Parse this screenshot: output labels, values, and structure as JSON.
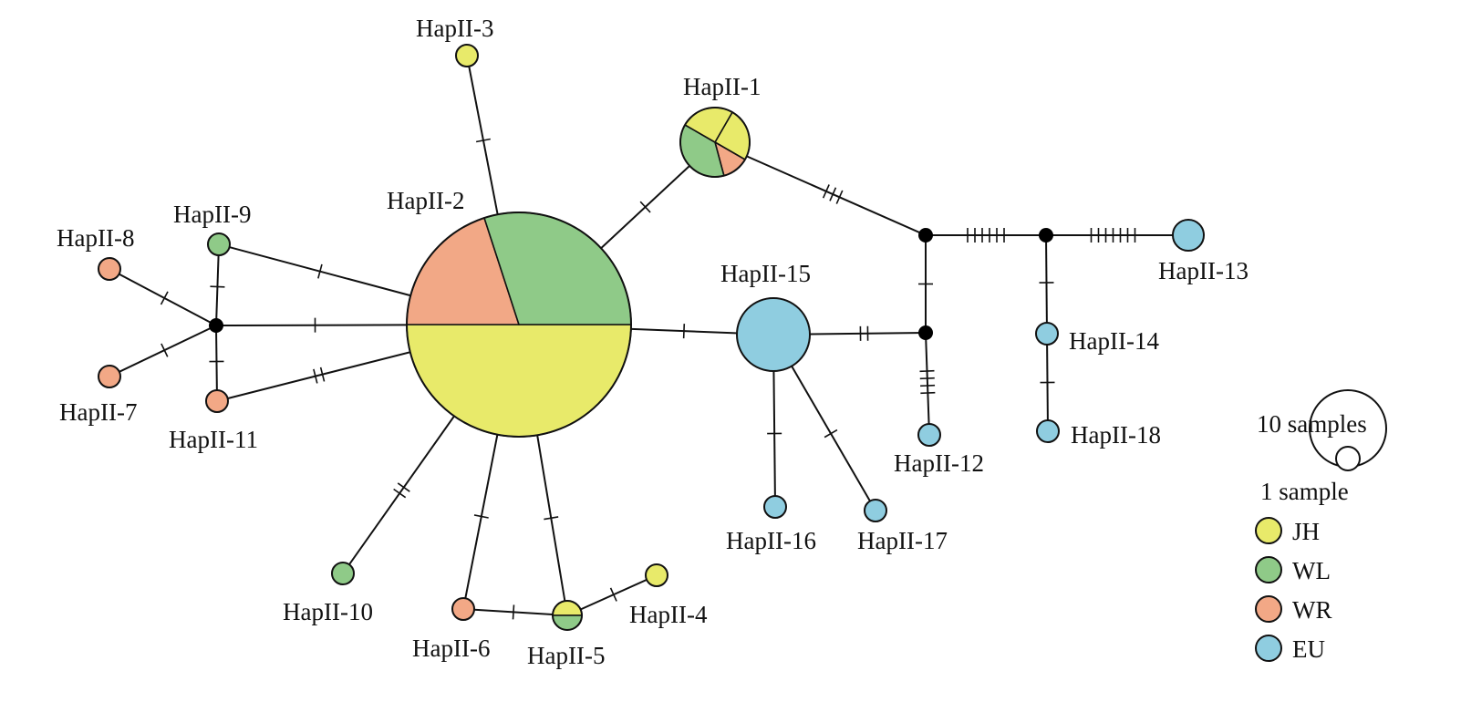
{
  "colors": {
    "JH": "#e8ea6a",
    "WL": "#8fca88",
    "WR": "#f2a886",
    "EU": "#8fcde0",
    "median": "#000000",
    "line": "#111111"
  },
  "nodes": {
    "h2": {
      "label": "HapII-2",
      "slices": [
        [
          "JH",
          0.5
        ],
        [
          "WR",
          0.2
        ],
        [
          "WL",
          0.3
        ]
      ]
    },
    "h1": {
      "label": "HapII-1",
      "slices": [
        [
          "JH",
          0.25
        ],
        [
          "WR",
          0.125
        ],
        [
          "WL",
          0.375
        ],
        [
          "JH",
          0.25
        ]
      ]
    },
    "h3": {
      "label": "HapII-3",
      "slices": [
        [
          "JH",
          1
        ]
      ]
    },
    "h4": {
      "label": "HapII-4",
      "slices": [
        [
          "JH",
          1
        ]
      ]
    },
    "h5": {
      "label": "HapII-5",
      "slices": [
        [
          "JH",
          0.5
        ],
        [
          "WL",
          0.5
        ]
      ]
    },
    "h6": {
      "label": "HapII-6",
      "slices": [
        [
          "WR",
          1
        ]
      ]
    },
    "h7": {
      "label": "HapII-7",
      "slices": [
        [
          "WR",
          1
        ]
      ]
    },
    "h8": {
      "label": "HapII-8",
      "slices": [
        [
          "WR",
          1
        ]
      ]
    },
    "h9": {
      "label": "HapII-9",
      "slices": [
        [
          "WL",
          1
        ]
      ]
    },
    "h10": {
      "label": "HapII-10",
      "slices": [
        [
          "WL",
          1
        ]
      ]
    },
    "h11": {
      "label": "HapII-11",
      "slices": [
        [
          "WR",
          1
        ]
      ]
    },
    "h12": {
      "label": "HapII-12",
      "slices": [
        [
          "EU",
          1
        ]
      ]
    },
    "h13": {
      "label": "HapII-13",
      "slices": [
        [
          "EU",
          1
        ]
      ]
    },
    "h14": {
      "label": "HapII-14",
      "slices": [
        [
          "EU",
          1
        ]
      ]
    },
    "h15": {
      "label": "HapII-15",
      "slices": [
        [
          "EU",
          1
        ]
      ]
    },
    "h16": {
      "label": "HapII-16",
      "slices": [
        [
          "EU",
          1
        ]
      ]
    },
    "h17": {
      "label": "HapII-17",
      "slices": [
        [
          "EU",
          1
        ]
      ]
    },
    "h18": {
      "label": "HapII-18",
      "slices": [
        [
          "EU",
          1
        ]
      ]
    },
    "m1": {
      "label": "",
      "median": true
    },
    "m2": {
      "label": "",
      "median": true
    },
    "m3": {
      "label": "",
      "median": true
    },
    "m4": {
      "label": "",
      "median": true
    }
  },
  "edges": [
    {
      "from": "h2",
      "to": "h3",
      "mutations": 1
    },
    {
      "from": "h2",
      "to": "h1",
      "mutations": 1
    },
    {
      "from": "h1",
      "to": "m2",
      "mutations": 3
    },
    {
      "from": "m2",
      "to": "m3",
      "mutations": 6
    },
    {
      "from": "m3",
      "to": "h13",
      "mutations": 7
    },
    {
      "from": "m3",
      "to": "h14",
      "mutations": 1
    },
    {
      "from": "h14",
      "to": "h18",
      "mutations": 1
    },
    {
      "from": "m2",
      "to": "m4",
      "mutations": 1
    },
    {
      "from": "m4",
      "to": "h12",
      "mutations": 4
    },
    {
      "from": "h15",
      "to": "m4",
      "mutations": 2
    },
    {
      "from": "h2",
      "to": "h15",
      "mutations": 1
    },
    {
      "from": "h15",
      "to": "h16",
      "mutations": 1
    },
    {
      "from": "h15",
      "to": "h17",
      "mutations": 1
    },
    {
      "from": "h2",
      "to": "h9",
      "mutations": 1
    },
    {
      "from": "h2",
      "to": "m1",
      "mutations": 1
    },
    {
      "from": "h2",
      "to": "h11",
      "mutations": 2
    },
    {
      "from": "m1",
      "to": "h9",
      "mutations": 1
    },
    {
      "from": "m1",
      "to": "h11",
      "mutations": 1
    },
    {
      "from": "m1",
      "to": "h8",
      "mutations": 1
    },
    {
      "from": "m1",
      "to": "h7",
      "mutations": 1
    },
    {
      "from": "h2",
      "to": "h10",
      "mutations": 2
    },
    {
      "from": "h2",
      "to": "h6",
      "mutations": 1
    },
    {
      "from": "h2",
      "to": "h5",
      "mutations": 1
    },
    {
      "from": "h6",
      "to": "h5",
      "mutations": 1
    },
    {
      "from": "h5",
      "to": "h4",
      "mutations": 1
    }
  ],
  "legend": {
    "size_large": "10 samples",
    "size_small": "1 sample",
    "items": [
      {
        "key": "JH",
        "label": "JH"
      },
      {
        "key": "WL",
        "label": "WL"
      },
      {
        "key": "WR",
        "label": "WR"
      },
      {
        "key": "EU",
        "label": "EU"
      }
    ]
  }
}
